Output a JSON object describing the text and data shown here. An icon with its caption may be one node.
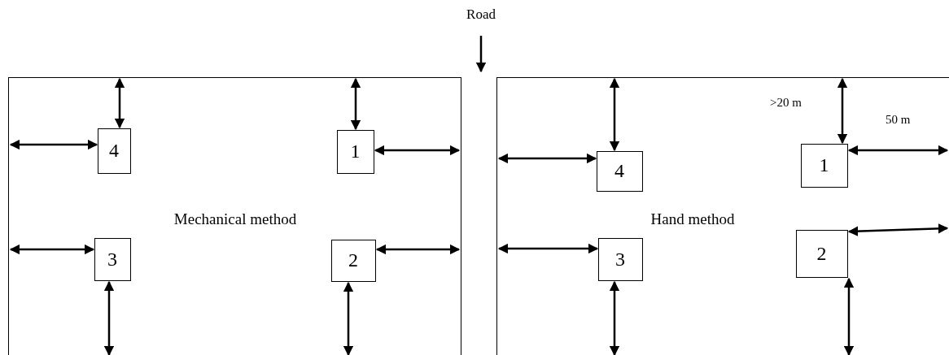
{
  "diagram": {
    "nodes": [
      {
        "text": [
          "Mechanical method"
        ]
      },
      {
        "text": [
          "4"
        ],
        "in": 0
      },
      {
        "text": [
          "1"
        ],
        "in": 0
      },
      {
        "text": [
          "3"
        ],
        "in": 0
      },
      {
        "text": [
          "2"
        ],
        "in": 0
      },
      {
        "text": [
          "Hand method"
        ]
      },
      {
        "text": [
          "4"
        ],
        "in": 5
      },
      {
        "text": [
          "1"
        ],
        "in": 5
      },
      {
        "text": [
          "3"
        ],
        "in": 5
      },
      {
        "text": [
          "2"
        ],
        "in": 5
      }
    ],
    "edges": [
      {
        "from": 1,
        "to": 0,
        "arrow": "both"
      },
      {
        "from": 1,
        "to": 0,
        "arrow": "both"
      },
      {
        "from": 2,
        "to": 0,
        "arrow": "both"
      },
      {
        "from": 2,
        "to": 0,
        "arrow": "both"
      },
      {
        "from": 3,
        "to": 0,
        "arrow": "both"
      },
      {
        "from": 3,
        "to": 0,
        "arrow": "both"
      },
      {
        "from": 4,
        "to": 0,
        "arrow": "both"
      },
      {
        "from": 4,
        "to": 0,
        "arrow": "both"
      },
      {
        "from": 6,
        "to": 5,
        "arrow": "both"
      },
      {
        "from": 6,
        "to": 5,
        "arrow": "both"
      },
      {
        "from": 7,
        "to": 5,
        "arrow": "both"
      },
      {
        "from": 7,
        "to": 5,
        "arrow": "both"
      },
      {
        "from": 8,
        "to": 5,
        "arrow": "both"
      },
      {
        "from": 8,
        "to": 5,
        "arrow": "both"
      },
      {
        "from": 9,
        "to": 5,
        "arrow": "both"
      },
      {
        "from": 9,
        "to": 5,
        "arrow": "both"
      }
    ],
    "labels": [
      "Road",
      ">20 m",
      "50 m"
    ]
  }
}
